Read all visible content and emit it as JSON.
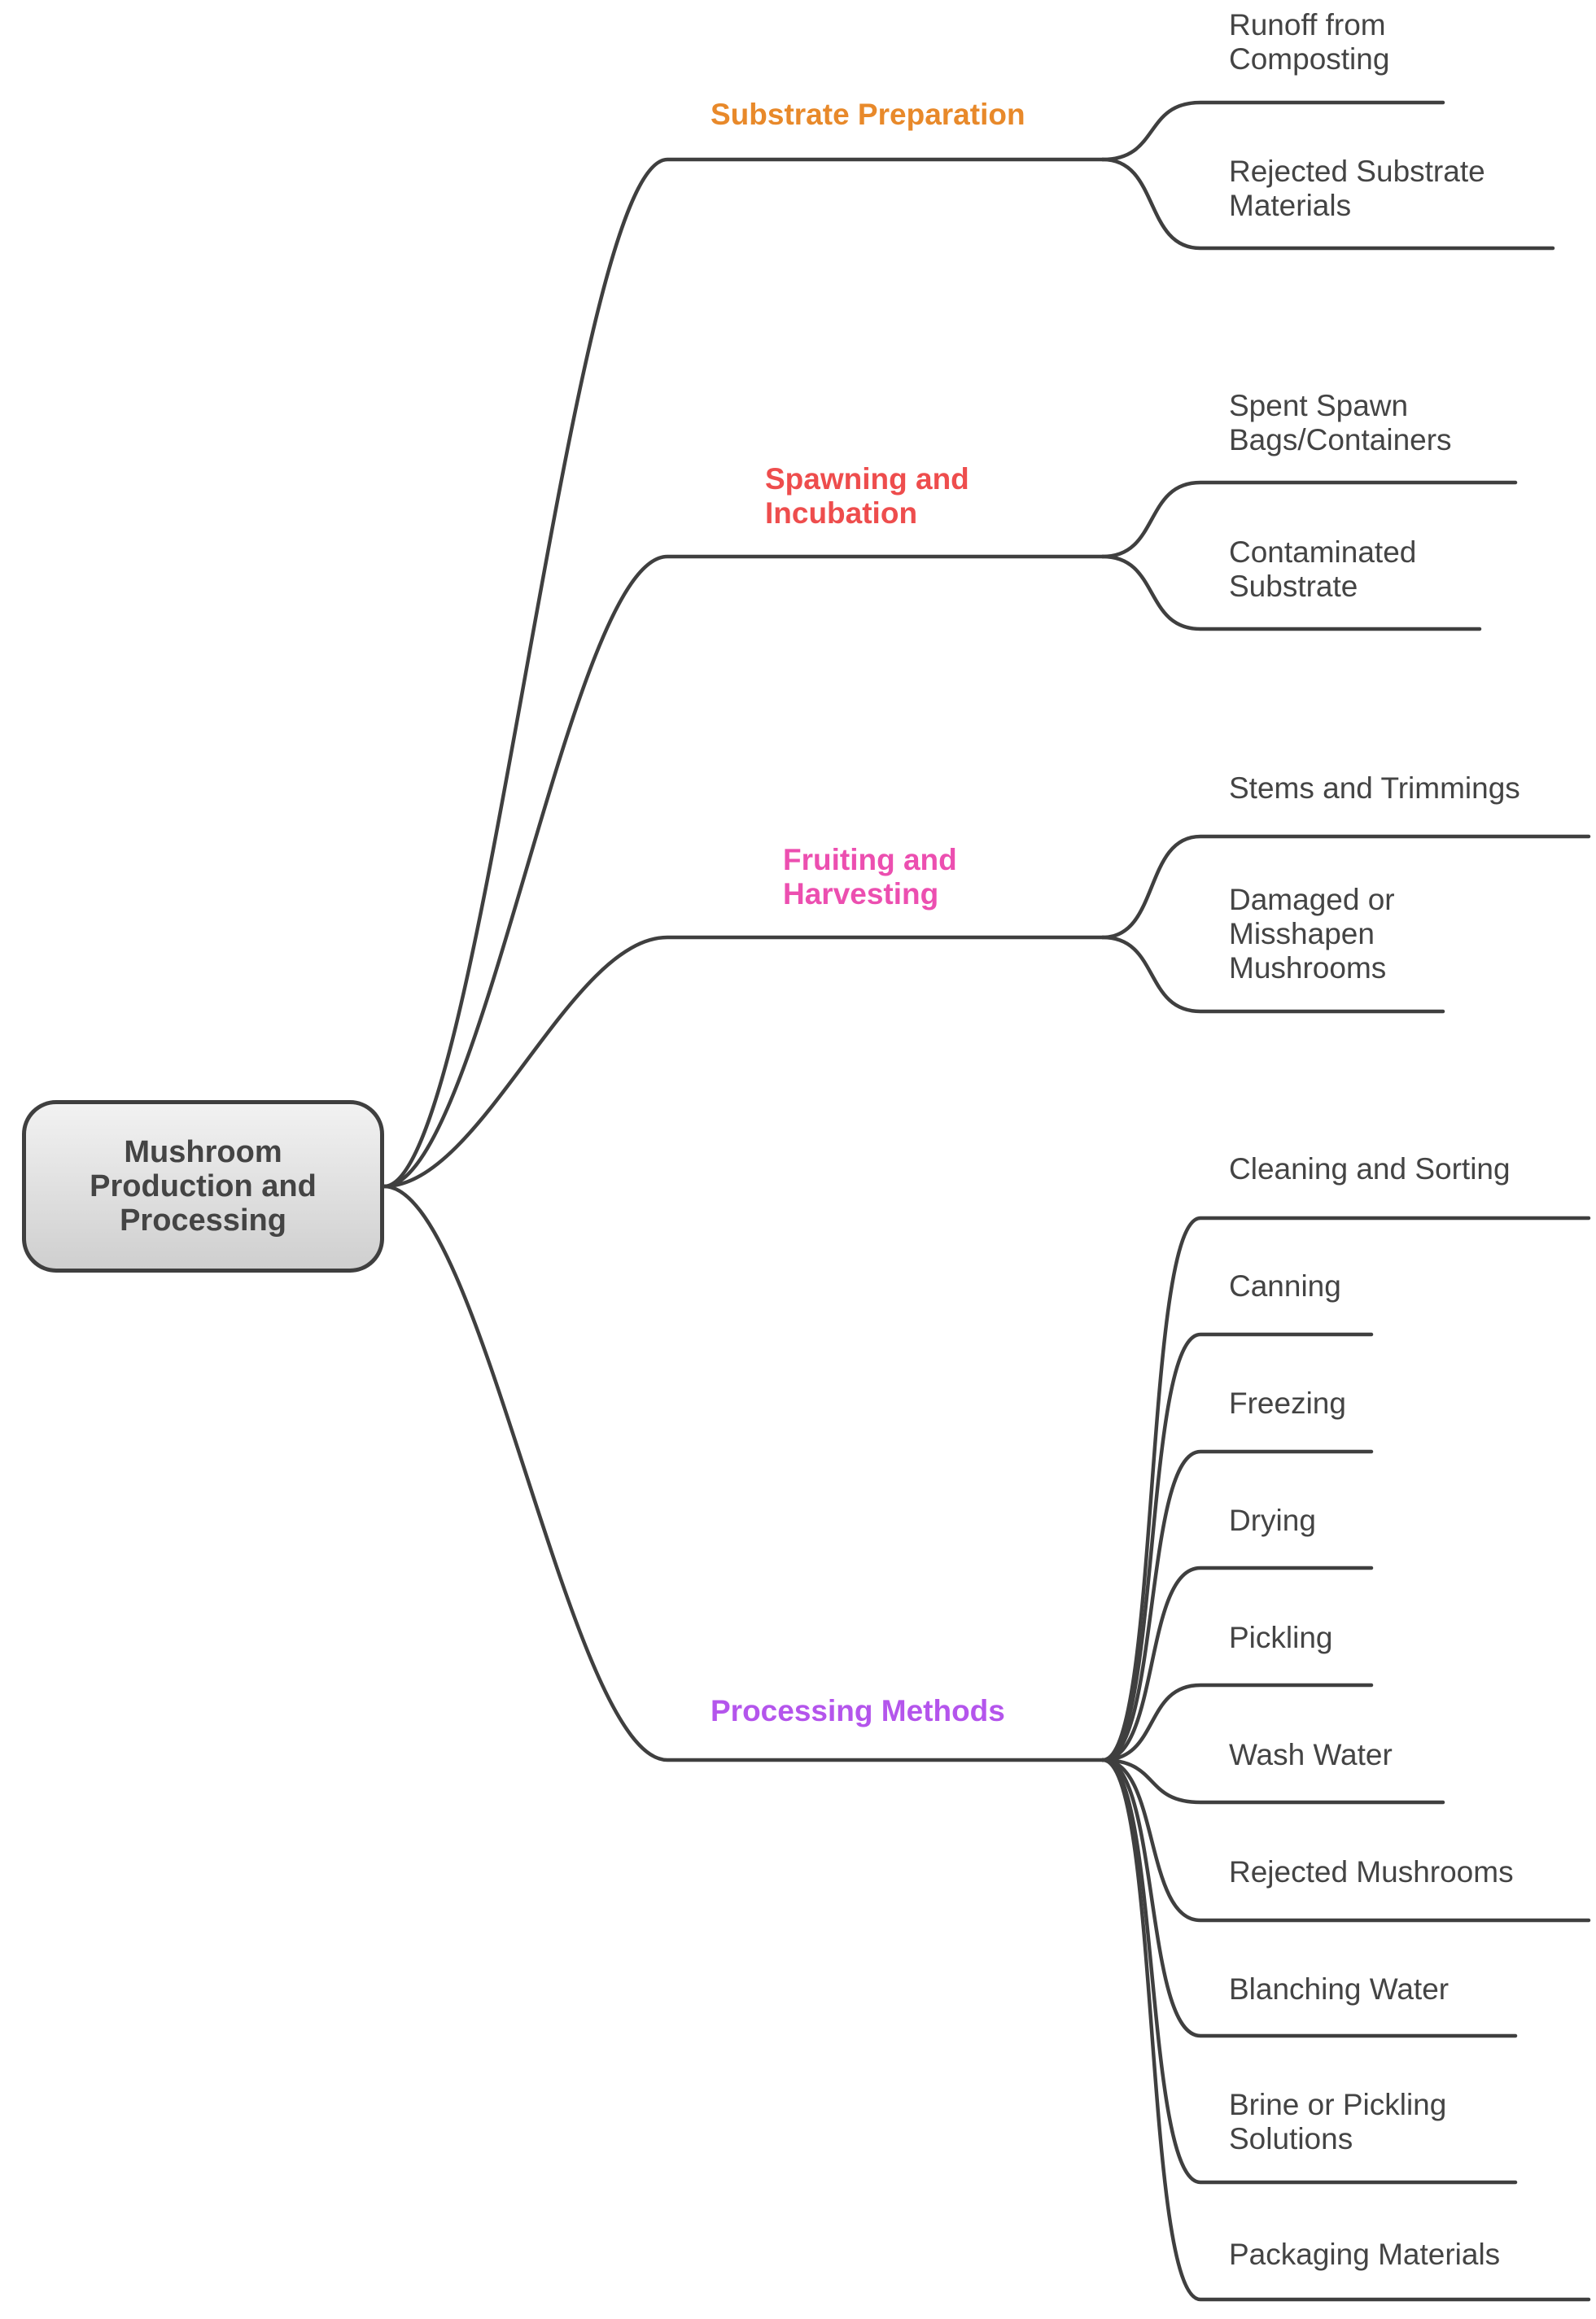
{
  "root": {
    "label": "Mushroom Production and Processing",
    "lines": [
      "Mushroom",
      "Production and",
      "Processing"
    ]
  },
  "categories": [
    {
      "label": "Substrate Preparation",
      "color": "#e8892a",
      "lines": [
        "Substrate Preparation"
      ],
      "items": [
        {
          "label": "Runoff from Composting",
          "lines": [
            "Runoff from",
            "Composting"
          ]
        },
        {
          "label": "Rejected Substrate Materials",
          "lines": [
            "Rejected Substrate",
            "Materials"
          ]
        }
      ]
    },
    {
      "label": "Spawning and Incubation",
      "color": "#ee4d4d",
      "lines": [
        "Spawning and",
        "Incubation"
      ],
      "items": [
        {
          "label": "Spent Spawn Bags/Containers",
          "lines": [
            "Spent Spawn",
            "Bags/Containers"
          ]
        },
        {
          "label": "Contaminated Substrate",
          "lines": [
            "Contaminated",
            "Substrate"
          ]
        }
      ]
    },
    {
      "label": "Fruiting and Harvesting",
      "color": "#ec4fb0",
      "lines": [
        "Fruiting and",
        "Harvesting"
      ],
      "items": [
        {
          "label": "Stems and Trimmings",
          "lines": [
            "Stems and Trimmings"
          ]
        },
        {
          "label": "Damaged or Misshapen Mushrooms",
          "lines": [
            "Damaged or",
            "Misshapen",
            "Mushrooms"
          ]
        }
      ]
    },
    {
      "label": "Processing Methods",
      "color": "#b455ec",
      "lines": [
        "Processing Methods"
      ],
      "items": [
        {
          "label": "Cleaning and Sorting",
          "lines": [
            "Cleaning and Sorting"
          ]
        },
        {
          "label": "Canning",
          "lines": [
            "Canning"
          ]
        },
        {
          "label": "Freezing",
          "lines": [
            "Freezing"
          ]
        },
        {
          "label": "Drying",
          "lines": [
            "Drying"
          ]
        },
        {
          "label": "Pickling",
          "lines": [
            "Pickling"
          ]
        },
        {
          "label": "Wash Water",
          "lines": [
            "Wash Water"
          ]
        },
        {
          "label": "Rejected Mushrooms",
          "lines": [
            "Rejected Mushrooms"
          ]
        },
        {
          "label": "Blanching Water",
          "lines": [
            "Blanching Water"
          ]
        },
        {
          "label": "Brine or Pickling Solutions",
          "lines": [
            "Brine or Pickling",
            "Solutions"
          ]
        },
        {
          "label": "Packaging Materials",
          "lines": [
            "Packaging Materials"
          ]
        }
      ]
    }
  ]
}
